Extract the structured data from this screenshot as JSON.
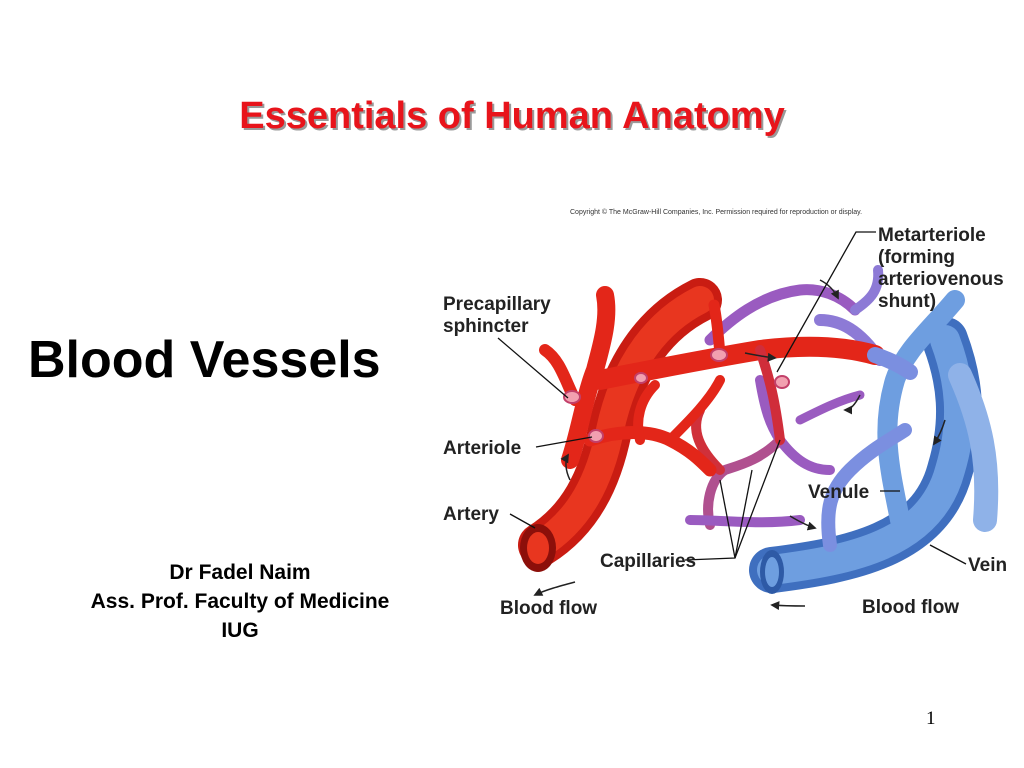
{
  "slide": {
    "title": "Essentials of Human Anatomy",
    "subject": "Blood Vessels",
    "author_name": "Dr Fadel Naim",
    "author_position": "Ass. Prof. Faculty of Medicine",
    "author_institution": "IUG",
    "page_number": "1"
  },
  "diagram": {
    "copyright": "Copyright © The McGraw-Hill Companies, Inc. Permission required for reproduction or display.",
    "labels": {
      "metarteriole_1": "Metarteriole",
      "metarteriole_2": "(forming",
      "metarteriole_3": "arteriovenous",
      "metarteriole_4": "shunt)",
      "precapillary_1": "Precapillary",
      "precapillary_2": "sphincter",
      "arteriole": "Arteriole",
      "artery": "Artery",
      "capillaries": "Capillaries",
      "venule": "Venule",
      "vein": "Vein",
      "blood_flow_left": "Blood flow",
      "blood_flow_right": "Blood flow"
    }
  },
  "colors": {
    "title": "#e8141b",
    "artery": "#e32619",
    "vein": "#5b8fd6",
    "capillary": "#9a5bc0",
    "sphincter": "#f2a0b0"
  }
}
